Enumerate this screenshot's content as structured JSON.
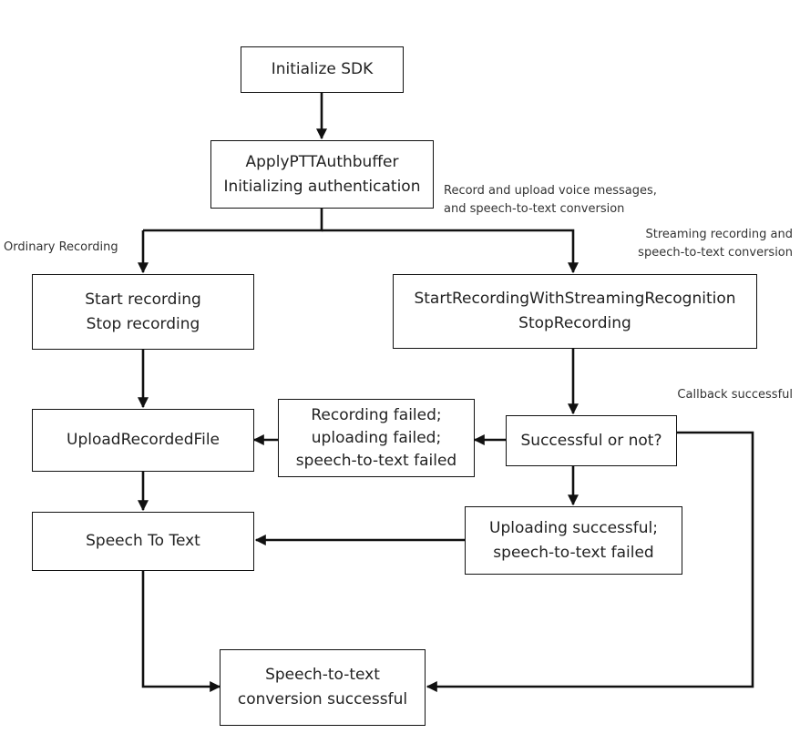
{
  "diagram": {
    "nodes": {
      "init": [
        "Initialize SDK"
      ],
      "auth": [
        "ApplyPTTAuthbuffer",
        "Initializing authentication"
      ],
      "rec": [
        "Start recording",
        "Stop recording"
      ],
      "stream": [
        "StartRecordingWithStreamingRecognition",
        "StopRecording"
      ],
      "upload": [
        "UploadRecordedFile"
      ],
      "failed": [
        "Recording failed;",
        "uploading failed;",
        "speech-to-text failed"
      ],
      "decision": [
        "Successful or not?"
      ],
      "speech": [
        "Speech To Text"
      ],
      "partial": [
        "Uploading successful;",
        "speech-to-text failed"
      ],
      "success": [
        "Speech-to-text",
        "conversion successful"
      ]
    },
    "labels": {
      "record_upload": [
        "Record and upload voice messages,",
        "and speech-to-text conversion"
      ],
      "ordinary": [
        "Ordinary Recording"
      ],
      "streaming": [
        "Streaming recording and",
        "speech-to-text conversion"
      ],
      "callback": [
        "Callback successful"
      ]
    },
    "colors": {
      "line": "#111111",
      "text": "#222222"
    }
  }
}
